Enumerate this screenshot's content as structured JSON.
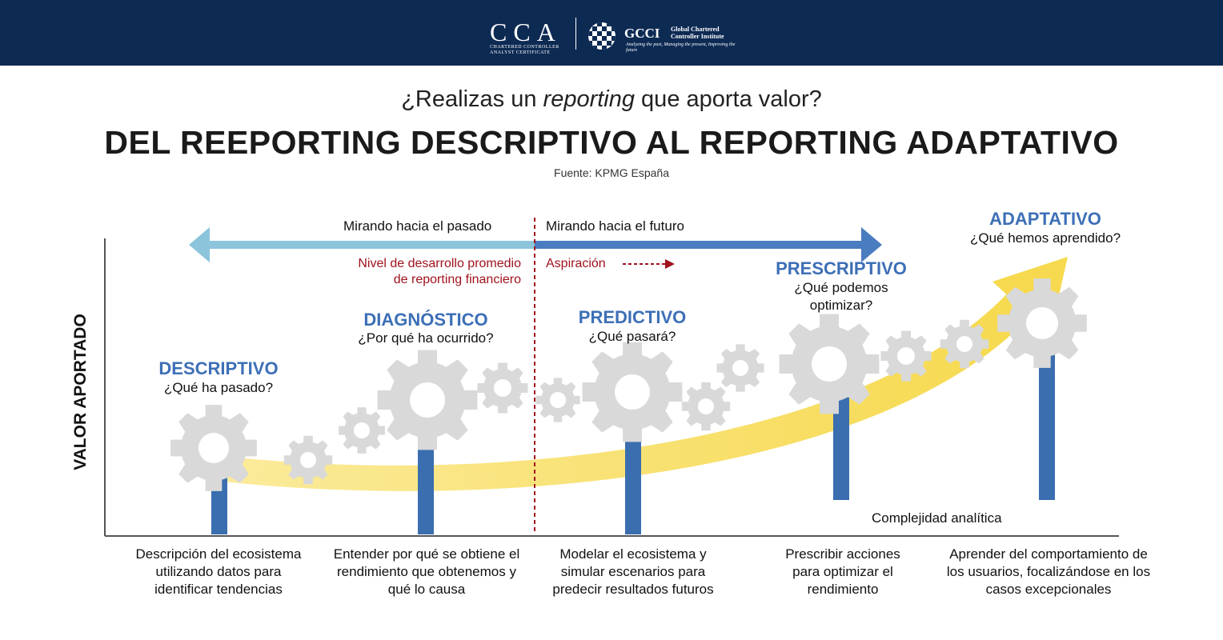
{
  "header": {
    "cca_logo_text": "CCA",
    "cca_logo_sub": "CHARTERED CONTROLLER ANALYST CERTIFICATE",
    "gcci_logo_text": "GCCI",
    "gcci_name": "Global Chartered Controller Institute",
    "gcci_tagline": "Analyzing the past, Managing the present, Improving the future",
    "background_color": "#0d2a53"
  },
  "subtitle_pre": "¿Realizas un ",
  "subtitle_em": "reporting",
  "subtitle_post": " que aporta valor?",
  "title": "DEL REEPORTING DESCRIPTIVO AL REPORTING ADAPTATIVO",
  "source": "Fuente: KPMG España",
  "timeline": {
    "past_label": "Mirando hacia el pasado",
    "future_label": "Mirando hacia el futuro",
    "average_level_line1": "Nivel de desarrollo promedio",
    "average_level_line2": "de reporting financiero",
    "aspiration_label": "Aspiración"
  },
  "y_axis_label": "VALOR APORTADO",
  "x_axis_label": "Complejidad analítica",
  "stages": [
    {
      "name": "DESCRIPTIVO",
      "question": "¿Qué ha pasado?",
      "description": "Descripción del ecosistema utilizando datos para identificar tendencias"
    },
    {
      "name": "DIAGNÓSTICO",
      "question": "¿Por qué ha ocurrido?",
      "description": "Entender por qué se obtiene el rendimiento que obtenemos y qué lo causa"
    },
    {
      "name": "PREDICTIVO",
      "question": "¿Qué pasará?",
      "description": "Modelar el ecosistema y simular escenarios para predecir resultados futuros"
    },
    {
      "name": "PRESCRIPTIVO",
      "question_line1": "¿Qué podemos",
      "question_line2": "optimizar?",
      "description": "Prescribir acciones para optimizar el rendimiento"
    },
    {
      "name": "ADAPTATIVO",
      "question": "¿Qué hemos aprendido?",
      "description": "Aprender del comportamiento de los usuarios, focalizándose en los casos excepcionales"
    }
  ],
  "colors": {
    "stage_blue": "#3d6fb6",
    "bar_blue": "#3a6eaf",
    "arrow_light_blue": "#8cc4dc",
    "arrow_dark_blue": "#4a7cc0",
    "curve_yellow": "#f8df66",
    "gear_gray": "#dcdcdc",
    "red": "#a0131d"
  }
}
